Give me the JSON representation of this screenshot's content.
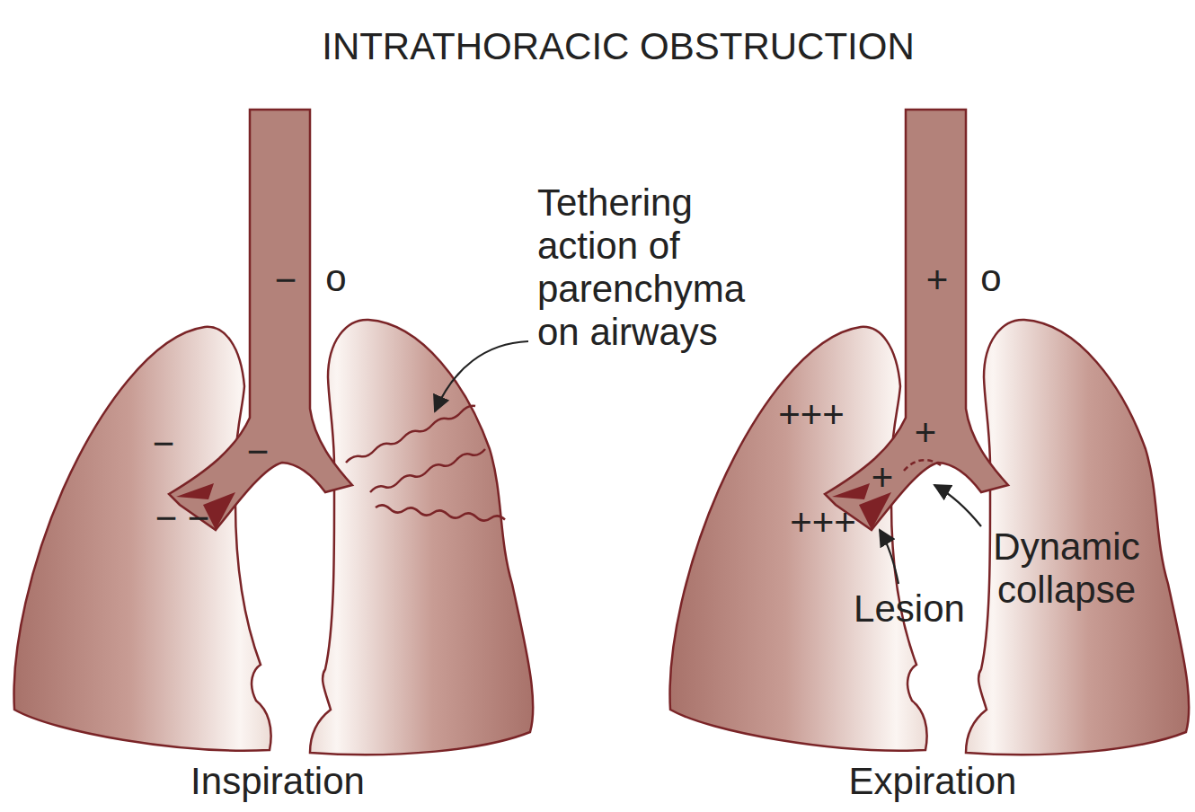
{
  "diagram": {
    "title": "INTRATHORACIC OBSTRUCTION",
    "labels": [
      "−",
      "o",
      "Tethering action of parenchyma on airways",
      "−",
      "−",
      "− −",
      "Inspiration",
      "+",
      "o",
      "+++",
      "+",
      "+",
      "+++",
      "Lesion",
      "Dynamic collapse",
      "Expiration"
    ]
  }
}
